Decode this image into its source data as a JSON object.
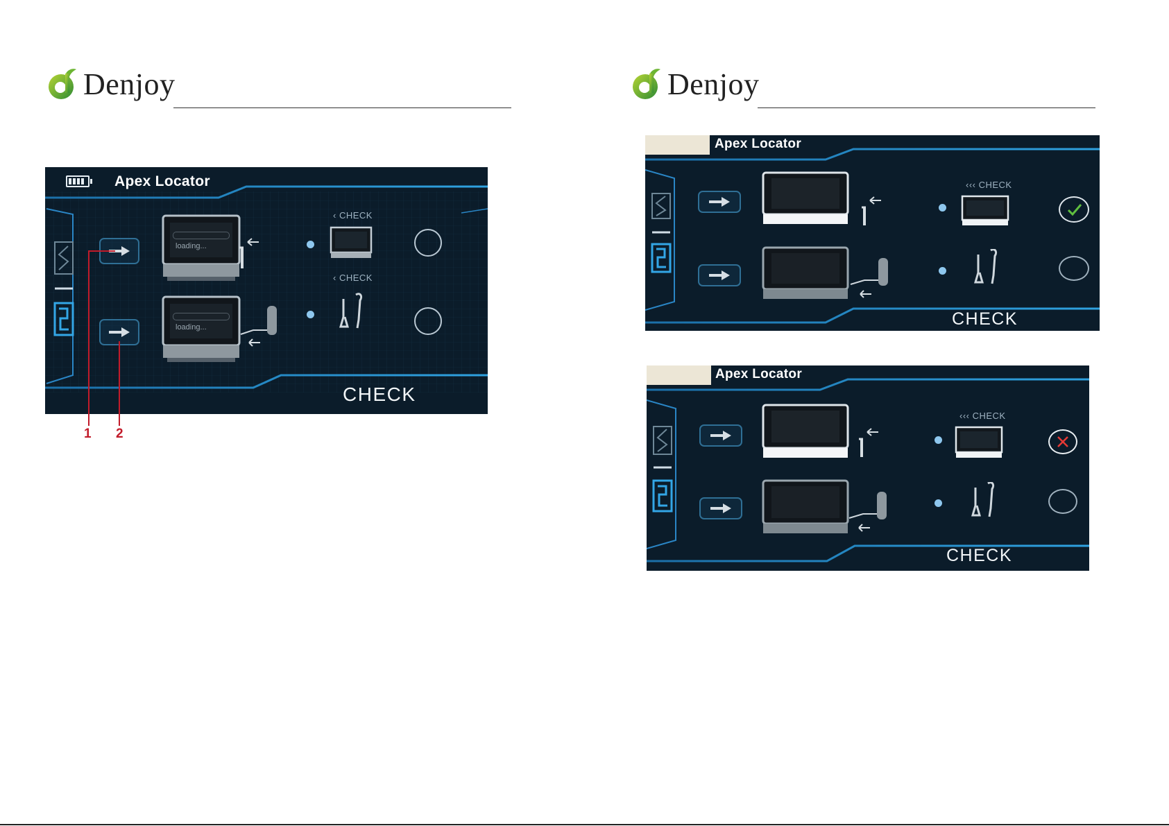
{
  "brand": {
    "name": "Denjoy"
  },
  "figure_left": {
    "title": "Apex Locator",
    "check_label": "CHECK",
    "rows": [
      {
        "hint": "‹ CHECK",
        "status": "loading..."
      },
      {
        "hint": "‹ CHECK",
        "status": "loading..."
      }
    ],
    "callouts": [
      "1",
      "2"
    ]
  },
  "figure_right_top": {
    "title": "Apex Locator",
    "check_label": "CHECK",
    "row1_hint": "‹‹‹ CHECK",
    "row1_result": "check-mark-icon"
  },
  "figure_right_bottom": {
    "title": "Apex Locator",
    "check_label": "CHECK",
    "row1_hint": "‹‹‹ CHECK",
    "row1_result": "x-mark-icon"
  },
  "colors": {
    "panel_bg": "#0b1c2a",
    "accent": "#2f8fcf",
    "callout": "#c21b2a",
    "ok": "#4caf50",
    "error": "#e53935"
  }
}
